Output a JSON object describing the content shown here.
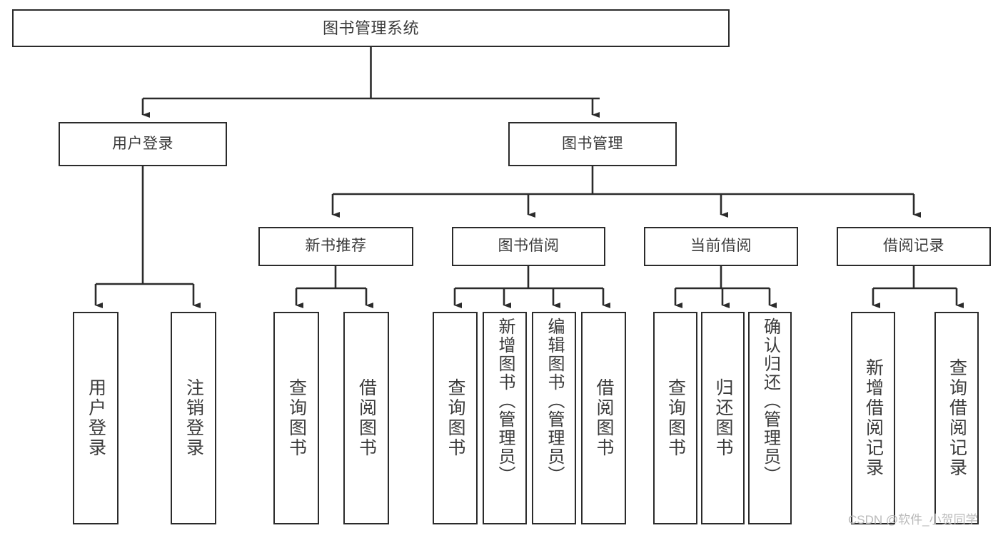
{
  "diagram": {
    "title": "图书管理系统",
    "type": "tree",
    "orientation": "top-down",
    "colors": {
      "box_border": "#2b2b2b",
      "box_fill": "#ffffff",
      "connector": "#2b2b2b",
      "text": "#3b3b3b",
      "watermark": "#b9b9b9",
      "background": "#ffffff"
    },
    "root": {
      "id": "root",
      "label": "图书管理系统"
    },
    "level2": [
      {
        "id": "user-login",
        "label": "用户登录"
      },
      {
        "id": "book-management",
        "label": "图书管理"
      }
    ],
    "level3": [
      {
        "id": "new-book-recommend",
        "label": "新书推荐"
      },
      {
        "id": "book-borrow",
        "label": "图书借阅"
      },
      {
        "id": "current-borrow",
        "label": "当前借阅"
      },
      {
        "id": "borrow-record",
        "label": "借阅记录"
      }
    ],
    "leaves": {
      "user_login": [
        {
          "id": "leaf-user-login",
          "label": "用户登录"
        },
        {
          "id": "leaf-logout-login",
          "label": "注销登录"
        }
      ],
      "new_book_recommend": [
        {
          "id": "leaf-query-book-1",
          "label": "查询图书"
        },
        {
          "id": "leaf-borrow-book-1",
          "label": "借阅图书"
        }
      ],
      "book_borrow": [
        {
          "id": "leaf-query-book-2",
          "label": "查询图书"
        },
        {
          "id": "leaf-add-book",
          "label": "新增图书（管理员）"
        },
        {
          "id": "leaf-edit-book",
          "label": "编辑图书（管理员）"
        },
        {
          "id": "leaf-borrow-book-2",
          "label": "借阅图书"
        }
      ],
      "current_borrow": [
        {
          "id": "leaf-query-book-3",
          "label": "查询图书"
        },
        {
          "id": "leaf-return-book",
          "label": "归还图书"
        },
        {
          "id": "leaf-confirm-return",
          "label": "确认归还（管理员）"
        }
      ],
      "borrow_record": [
        {
          "id": "leaf-add-record",
          "label": "新增借阅记录"
        },
        {
          "id": "leaf-query-record",
          "label": "查询借阅记录"
        }
      ]
    }
  },
  "watermark": {
    "text": "CSDN @软件_小贺同学"
  }
}
